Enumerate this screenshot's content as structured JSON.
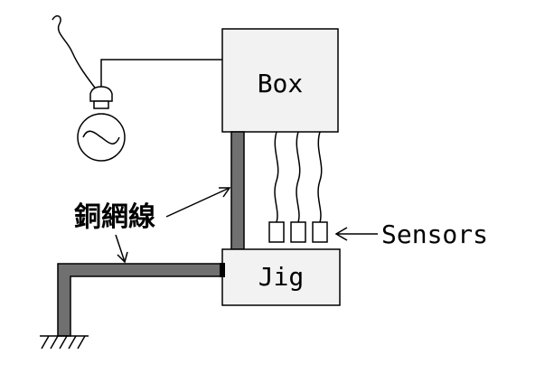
{
  "labels": {
    "box": "Box",
    "jig": "Jig",
    "sensors": "Sensors",
    "braid": "銅網線"
  },
  "colors": {
    "box_fill": "#f2f2f2",
    "braid_fill": "#707070",
    "stroke": "#000000"
  },
  "icons": {
    "lamp": "light-bulb-icon",
    "ground": "ground-symbol-icon"
  }
}
